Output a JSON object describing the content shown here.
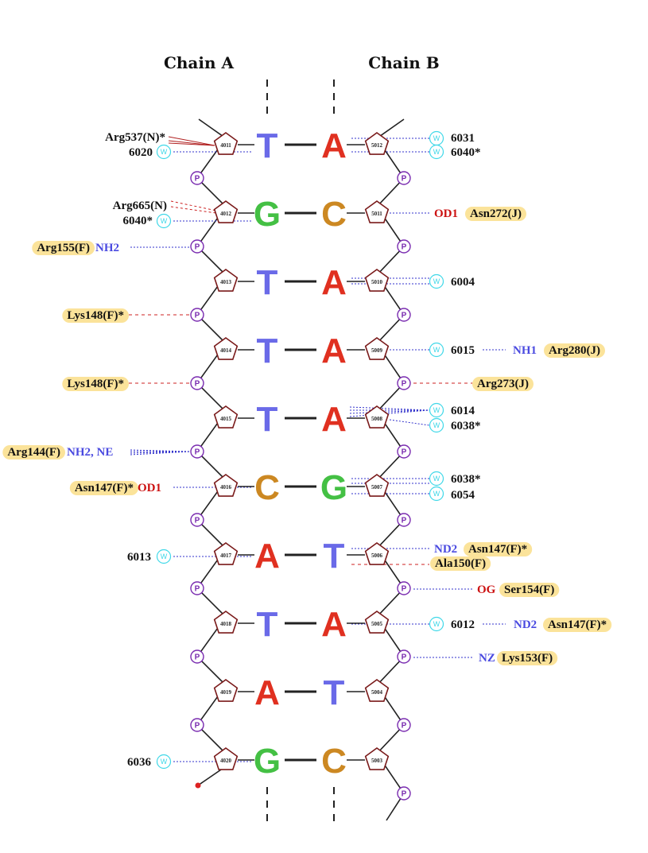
{
  "headers": {
    "chain_a": "Chain A",
    "chain_b": "Chain B"
  },
  "colors": {
    "T": "#6a6ae8",
    "A": "#e03020",
    "G": "#44c044",
    "C": "#cc8822",
    "backbone": "#222222",
    "sugar": "#7a1a1a",
    "phosphate": "#7a2cb0",
    "water": "#40d8e8",
    "hbond": "#3333cc",
    "contact": "#cc2222",
    "residue_fill": "#fbe39a",
    "residue_text": "#111111",
    "atom_blue": "#4a4ae0",
    "atom_red": "#cc1111"
  },
  "pairs": [
    {
      "a": "T",
      "b": "A",
      "sa": "4011",
      "sb": "5012"
    },
    {
      "a": "G",
      "b": "C",
      "sa": "4012",
      "sb": "5011"
    },
    {
      "a": "T",
      "b": "A",
      "sa": "4013",
      "sb": "5010"
    },
    {
      "a": "T",
      "b": "A",
      "sa": "4014",
      "sb": "5009"
    },
    {
      "a": "T",
      "b": "A",
      "sa": "4015",
      "sb": "5008"
    },
    {
      "a": "C",
      "b": "G",
      "sa": "4016",
      "sb": "5007"
    },
    {
      "a": "A",
      "b": "T",
      "sa": "4017",
      "sb": "5006"
    },
    {
      "a": "T",
      "b": "A",
      "sa": "4018",
      "sb": "5005"
    },
    {
      "a": "A",
      "b": "T",
      "sa": "4019",
      "sb": "5004"
    },
    {
      "a": "G",
      "b": "C",
      "sa": "4020",
      "sb": "5003"
    }
  ],
  "phosphate_label": "P",
  "water_label": "W",
  "labels": {
    "arg537": "Arg537(N)*",
    "w6020": "6020",
    "arg665": "Arg665(N)",
    "w6040a": "6040*",
    "arg155": "Arg155(F)",
    "nh2": "NH2",
    "lys148a": "Lys148(F)*",
    "lys148b": "Lys148(F)*",
    "arg144": "Arg144(F)",
    "nh2ne": "NH2, NE",
    "asn147a": "Asn147(F)*",
    "od1a": "OD1",
    "w6013": "6013",
    "w6036": "6036",
    "w6031": "6031",
    "w6040b": "6040*",
    "od1b": "OD1",
    "asn272": "Asn272(J)",
    "w6004": "6004",
    "w6015": "6015",
    "nh1": "NH1",
    "arg280": "Arg280(J)",
    "arg273": "Arg273(J)",
    "w6014": "6014",
    "w6038a": "6038*",
    "w6038b": "6038*",
    "w6054": "6054",
    "nd2a": "ND2",
    "asn147b": "Asn147(F)*",
    "ala150": "Ala150(F)",
    "og": "OG",
    "ser154": "Ser154(F)",
    "w6012": "6012",
    "nd2b": "ND2",
    "asn147c": "Asn147(F)*",
    "nz": "NZ",
    "lys153": "Lys153(F)"
  }
}
